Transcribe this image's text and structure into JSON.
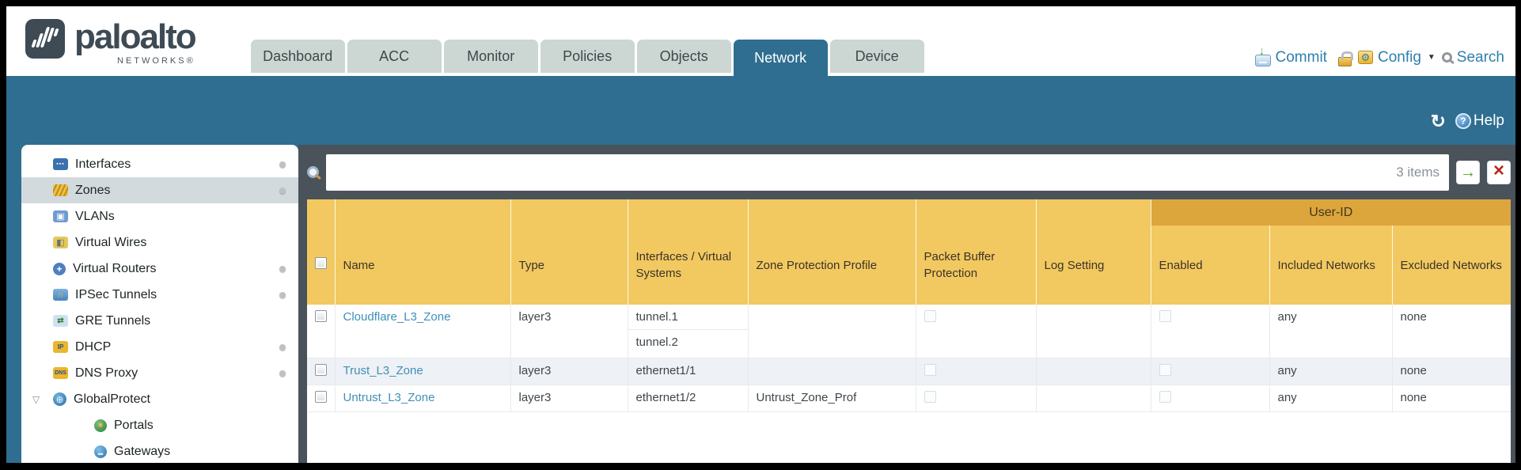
{
  "colors": {
    "teal": "#2f6e90",
    "panel_dark": "#4a525a",
    "header_yellow": "#f2c960",
    "userid_gold": "#dca63d",
    "link_blue": "#3f8fb8",
    "go_green": "#5a9e28",
    "clear_red": "#b8261c"
  },
  "header": {
    "brand": "paloalto",
    "brand_sub": "NETWORKS®",
    "tabs": [
      {
        "label": "Dashboard",
        "active": false
      },
      {
        "label": "ACC",
        "active": false
      },
      {
        "label": "Monitor",
        "active": false
      },
      {
        "label": "Policies",
        "active": false
      },
      {
        "label": "Objects",
        "active": false
      },
      {
        "label": "Network",
        "active": true
      },
      {
        "label": "Device",
        "active": false
      }
    ],
    "actions": {
      "commit": "Commit",
      "config": "Config",
      "search": "Search"
    }
  },
  "band": {
    "help": "Help"
  },
  "search": {
    "value": "",
    "count": "3 items"
  },
  "sidebar": {
    "items": [
      {
        "label": "Interfaces",
        "has_dot": true,
        "selected": false
      },
      {
        "label": "Zones",
        "has_dot": true,
        "selected": true
      },
      {
        "label": "VLANs",
        "has_dot": false,
        "selected": false
      },
      {
        "label": "Virtual Wires",
        "has_dot": false,
        "selected": false
      },
      {
        "label": "Virtual Routers",
        "has_dot": true,
        "selected": false
      },
      {
        "label": "IPSec Tunnels",
        "has_dot": true,
        "selected": false
      },
      {
        "label": "GRE Tunnels",
        "has_dot": false,
        "selected": false
      },
      {
        "label": "DHCP",
        "has_dot": true,
        "selected": false
      },
      {
        "label": "DNS Proxy",
        "has_dot": true,
        "selected": false
      },
      {
        "label": "GlobalProtect",
        "has_dot": false,
        "selected": false,
        "expanded": true
      },
      {
        "label": "Portals",
        "has_dot": false,
        "selected": false,
        "child": true
      },
      {
        "label": "Gateways",
        "has_dot": false,
        "selected": false,
        "child": true
      }
    ]
  },
  "table": {
    "group_header": "User-ID",
    "columns": [
      "Name",
      "Type",
      "Interfaces / Virtual Systems",
      "Zone Protection Profile",
      "Packet Buffer Protection",
      "Log Setting",
      "Enabled",
      "Included Networks",
      "Excluded Networks"
    ],
    "rows": [
      {
        "name": "Cloudflare_L3_Zone",
        "type": "layer3",
        "interfaces": [
          "tunnel.1",
          "tunnel.2"
        ],
        "zone_protection_profile": "",
        "packet_buffer_protection": false,
        "log_setting": "",
        "enabled": false,
        "included_networks": "any",
        "excluded_networks": "none"
      },
      {
        "name": "Trust_L3_Zone",
        "type": "layer3",
        "interfaces": [
          "ethernet1/1"
        ],
        "zone_protection_profile": "",
        "packet_buffer_protection": false,
        "log_setting": "",
        "enabled": false,
        "included_networks": "any",
        "excluded_networks": "none"
      },
      {
        "name": "Untrust_L3_Zone",
        "type": "layer3",
        "interfaces": [
          "ethernet1/2"
        ],
        "zone_protection_profile": "Untrust_Zone_Prof",
        "packet_buffer_protection": false,
        "log_setting": "",
        "enabled": false,
        "included_networks": "any",
        "excluded_networks": "none"
      }
    ]
  }
}
